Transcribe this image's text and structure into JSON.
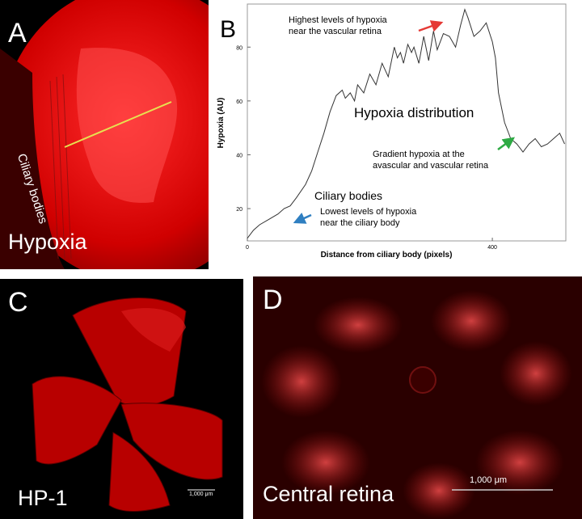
{
  "panels": {
    "a": {
      "letter": "A",
      "caption": "Hypoxia",
      "ciliary_label": "Ciliary bodies"
    },
    "b": {
      "letter": "B"
    },
    "c": {
      "letter": "C",
      "caption": "HP-1",
      "scale_label": "1,000 μm"
    },
    "d": {
      "letter": "D",
      "caption": "Central retina",
      "scale_label": "1,000 μm"
    }
  },
  "colors": {
    "stain": "#e60000",
    "plot_line": "#333333"
  },
  "chart_data": {
    "type": "line",
    "title": "",
    "xlabel": "Distance from ciliary body (pixels)",
    "ylabel": "Hypoxia (AU)",
    "xlim": [
      0,
      520
    ],
    "ylim": [
      8,
      96
    ],
    "xticks": [
      0,
      400
    ],
    "yticks": [
      20,
      40,
      60,
      80
    ],
    "grid": false,
    "series": [
      {
        "x": [
          0,
          10,
          20,
          35,
          50,
          60,
          70,
          80,
          95,
          105,
          115,
          125,
          135,
          145,
          155,
          160,
          168,
          175,
          180,
          190,
          200,
          210,
          220,
          230,
          240,
          245,
          250,
          255,
          262,
          268,
          272,
          280,
          288,
          296,
          304,
          310,
          320,
          330,
          340,
          348,
          355,
          360,
          370,
          380,
          390,
          400,
          405,
          410,
          420,
          430,
          440,
          450,
          460,
          470,
          480,
          490,
          500,
          510,
          518
        ],
        "values": [
          9,
          12,
          14,
          16,
          18,
          20,
          21,
          24,
          29,
          34,
          41,
          48,
          56,
          62,
          64,
          61,
          63,
          60,
          66,
          63,
          70,
          66,
          74,
          69,
          80,
          76,
          78,
          74,
          81,
          78,
          80,
          74,
          84,
          75,
          86,
          79,
          85,
          84,
          80,
          88,
          94,
          91,
          84,
          86,
          89,
          82,
          76,
          63,
          52,
          46,
          44,
          41,
          44,
          46,
          43,
          44,
          46,
          48,
          44
        ]
      }
    ],
    "annotations": [
      {
        "text": "Highest levels of  hypoxia\nnear the vascular retina",
        "arrow_color": "#e53935"
      },
      {
        "text": "Hypoxia distribution"
      },
      {
        "text": "Gradient hypoxia at the\navascular and vascular retina",
        "arrow_color": "#2eaa44"
      },
      {
        "text": "Ciliary bodies"
      },
      {
        "text": "Lowest levels of  hypoxia\nnear the ciliary body",
        "arrow_color": "#2f7fc1"
      }
    ]
  }
}
